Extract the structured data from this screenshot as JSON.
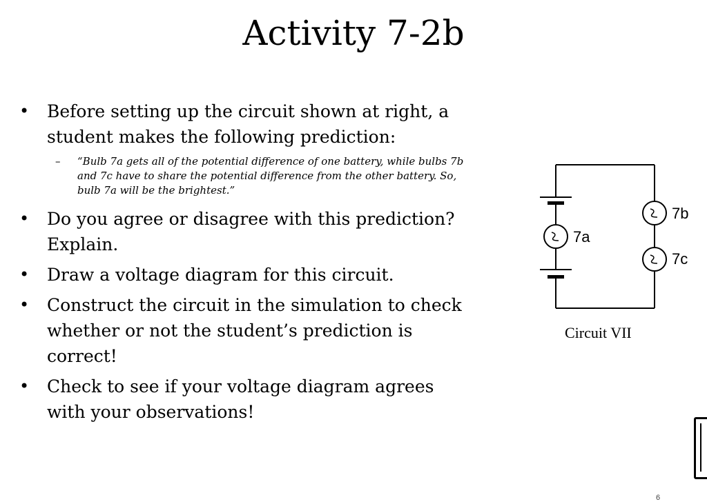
{
  "title": "Activity 7-2b",
  "bullets": [
    {
      "text": "Before setting up the circuit shown at right, a student makes the following prediction:",
      "sub": {
        "dash": "–",
        "text": "“Bulb 7a gets all of the potential difference of one battery, while bulbs 7b and 7c have to share the potential difference from the other battery.  So, bulb 7a will be the brightest.”"
      }
    },
    {
      "text": "Do you agree or disagree with this prediction?  Explain."
    },
    {
      "text": "Draw a voltage diagram for this circuit."
    },
    {
      "text": "Construct the circuit in the simulation to check whether or not the student’s prediction is correct!"
    },
    {
      "text": "Check to see if your voltage diagram agrees with your observations!"
    }
  ],
  "bullet_symbol": "•",
  "diagram": {
    "caption": "Circuit VII",
    "bulbs": [
      "7a",
      "7b",
      "7c"
    ]
  },
  "page_number": "6"
}
